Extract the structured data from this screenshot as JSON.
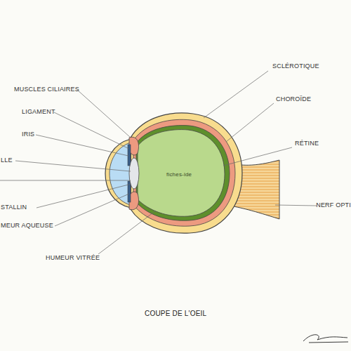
{
  "diagram": {
    "title": "COUPE DE L'OEIL",
    "labels": [
      "MUSCLES CILIAIRES",
      "LIGAMENT",
      "IRIS",
      "LLE",
      "STALLIN",
      "MEUR AQUEUSE",
      "HUMEUR VITRÉE",
      "SCLÉROTIQUE",
      "CHOROÏDE",
      "RÉTINE",
      "NERF OPTI",
      "fiches-ide"
    ]
  }
}
